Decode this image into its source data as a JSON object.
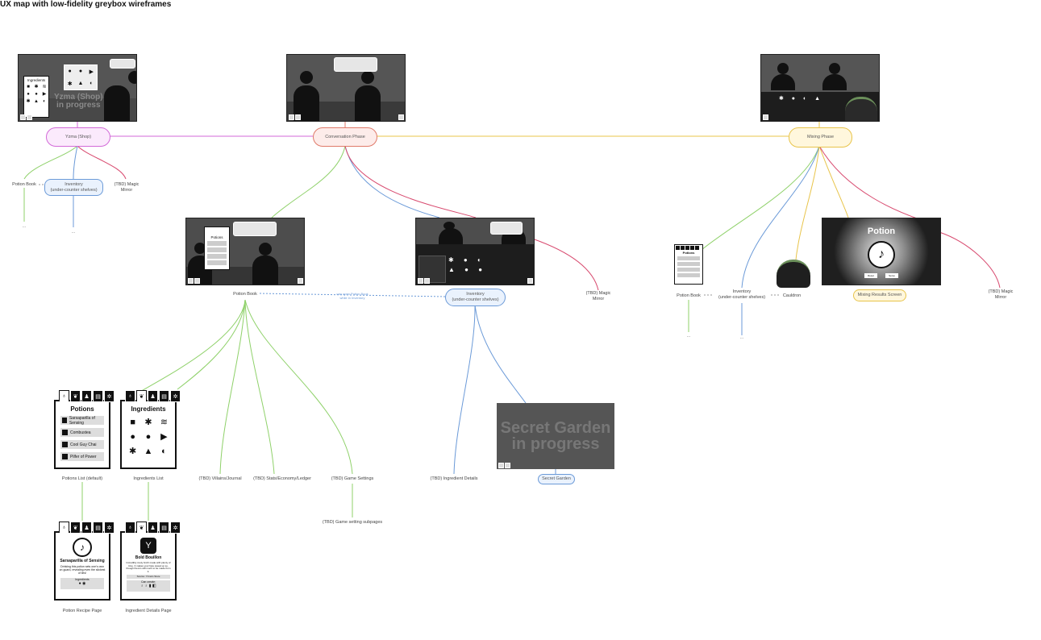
{
  "title": "UX map with low-fidelity greybox wireframes",
  "colors": {
    "pink": "#d36ad8",
    "yellow": "#e8c44a",
    "green": "#8fd16a",
    "blue": "#6b9ad8",
    "red": "#d84a6f"
  },
  "phases": {
    "shop": "Yzma (Shop)",
    "conversation": "Conversation Phase",
    "mixing": "Mixing Phase"
  },
  "shop_children": {
    "potion_book": "Potion Book",
    "inventory_line1": "Inventory",
    "inventory_line2": "(under-counter shelves)",
    "mirror_line1": "(TBD) Magic",
    "mirror_line2": "Mirror",
    "ellipsis": "..."
  },
  "shop_wire": {
    "panel_title": "Ingredients",
    "overlay_line1": "Yzma (Shop)",
    "overlay_line2": "in progress"
  },
  "conversation_children": {
    "potion_book": "Potion Book",
    "note_line1": "can open Potion Book",
    "note_line2": "while in Inventory",
    "inventory_line1": "Inventory",
    "inventory_line2": "(under-counter shelves)",
    "mirror_line1": "(TBD) Magic",
    "mirror_line2": "Mirror",
    "panel_title": "Potions"
  },
  "mixing_children": {
    "potion_book": "Potion Book",
    "inventory_line1": "Inventory",
    "inventory_line2": "(under-counter shelves)",
    "cauldron": "Cauldron",
    "results": "Mixing Results Screen",
    "mirror_line1": "(TBD) Magic",
    "mirror_line2": "Mirror",
    "panel_title": "Potions",
    "results_title": "Potion",
    "reset": "Reset",
    "serve": "Serve"
  },
  "book_children": {
    "potions_list": "Potions List (default)",
    "ingredients_list": "Ingredients List",
    "villains": "(TBD) Villains/Journal",
    "stats": "(TBD) Stats/Economy/Ledger",
    "settings": "(TBD) Game Settings",
    "settings_sub": "(TBD) Game setting subpages",
    "ingredient_details": "(TBD) Ingredient Details",
    "secret_garden": "Secret Garden",
    "potion_recipe": "Potion Recipe Page",
    "ingredient_page": "Ingredient Details Page"
  },
  "potions_wire": {
    "title": "Potions",
    "items": [
      "Sarsaparilla of Sensing",
      "Combustea",
      "Cool Guy Chai",
      "Pilfer of Power"
    ]
  },
  "ingredients_wire": {
    "title": "Ingredients"
  },
  "garden_wire": {
    "line1": "Secret Garden",
    "line2": "in progress"
  },
  "recipe_wire": {
    "name": "Sarsaparilla of Sensing",
    "desc": "Drinking this potion sets one's own on guard, revealing even the slickest of lies!",
    "ingredients_label": "Ingredients"
  },
  "ingredient_wire": {
    "name": "Bold Bouillon",
    "desc": "Incredibly zesty broth made with plenty of time. It makes your face sweat up so, though there's still much to be made from it.",
    "source": "Source: Yzma's Store",
    "can_create": "Can create:"
  }
}
